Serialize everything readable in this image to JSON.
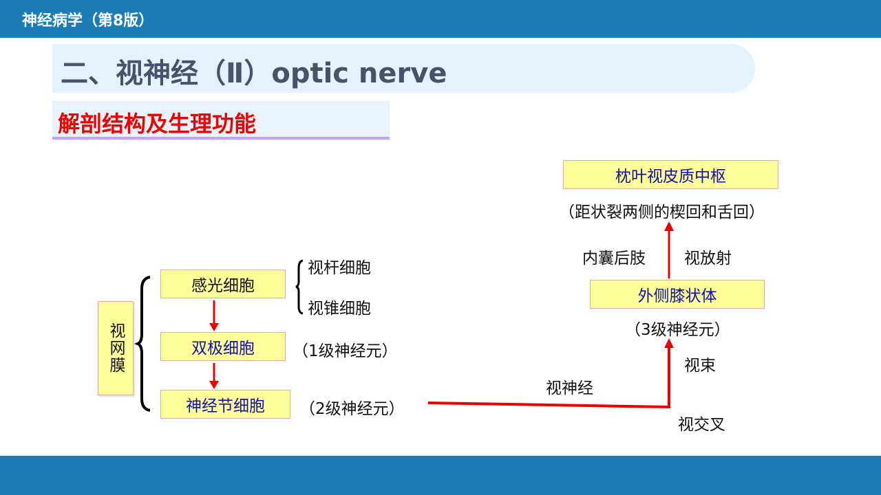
{
  "header": {
    "book_title": "神经病学（第8版）"
  },
  "slide": {
    "title": "二、视神经（Ⅱ）optic nerve",
    "subtitle": "解剖结构及生理功能"
  },
  "diagram": {
    "retina": "视网膜",
    "photoreceptor": "感光细胞",
    "rod": "视杆细胞",
    "cone": "视锥细胞",
    "bipolar": "双极细胞",
    "bipolar_note": "（1级神经元）",
    "ganglion": "神经节细胞",
    "ganglion_note": "（2级神经元）",
    "optic_nerve": "视神经",
    "chiasm": "视交叉",
    "optic_tract": "视束",
    "lgn": "外侧膝状体",
    "lgn_note": "（3级神经元）",
    "internal_capsule": "内囊后肢",
    "optic_radiation": "视放射",
    "cortex": "枕叶视皮质中枢",
    "cortex_note": "（距状裂两侧的楔回和舌回）"
  },
  "colors": {
    "bar": "#1a7db6",
    "arrow": "#ee0000",
    "box": "#ffff99",
    "title": "#44546a"
  }
}
